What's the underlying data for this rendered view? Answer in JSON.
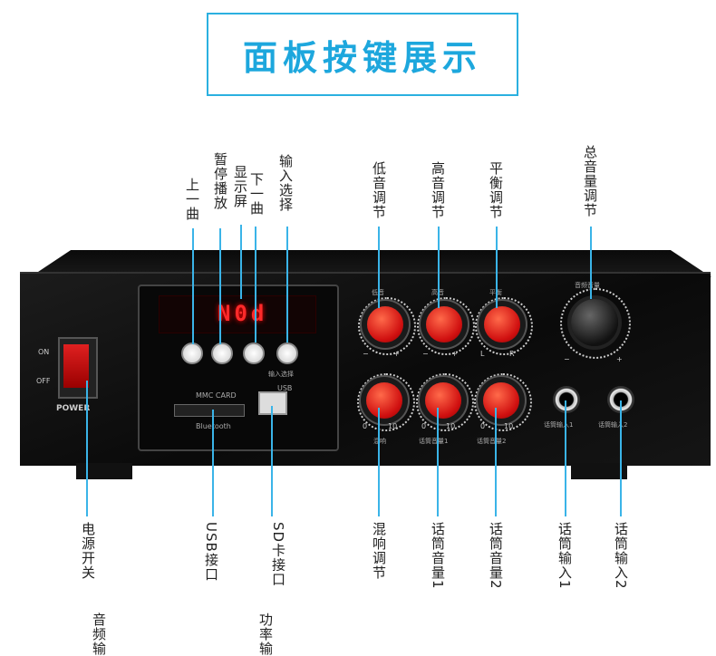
{
  "title": "面板按键展示",
  "display": {
    "text": "N0d"
  },
  "panel": {
    "mmc_card": "MMC CARD",
    "bluetooth": "Bluetooth",
    "usb": "USB",
    "power": "POWER",
    "on": "ON",
    "off": "OFF",
    "input_select_small": "输入选择",
    "bass_small": "低音",
    "treble_small": "高音",
    "balance_small": "平衡",
    "master_small": "音频音量",
    "echo_small": "混响",
    "mic_vol1_small": "话筒音量1",
    "mic_vol2_small": "话筒音量2",
    "mic_in1_small": "话筒输入1",
    "mic_in2_small": "话筒输入2",
    "scale_0": "0",
    "scale_10": "10",
    "minus": "−",
    "plus": "+",
    "l": "L",
    "r": "R"
  },
  "top_labels": {
    "prev": "上一曲",
    "play_pause": "暂停播放",
    "display_screen": "显示屏",
    "next": "下一曲",
    "input_select": "输入选择",
    "bass": "低音调节",
    "treble": "高音调节",
    "balance": "平衡调节",
    "master_volume": "总音量调节"
  },
  "bottom_labels": {
    "power_switch": "电源开关",
    "usb_port": "USB接口",
    "sd_port": "SD卡接口",
    "echo": "混响调节",
    "mic_volume1": "话筒音量1",
    "mic_volume2": "话筒音量2",
    "mic_input1": "话筒输入1",
    "mic_input2": "话筒输入2"
  },
  "cut_labels": {
    "audio_input": "音频输",
    "power_output": "功率输"
  },
  "colors": {
    "accent": "#1da7dd",
    "leader": "#3ab4e8",
    "knob": "#d01010"
  }
}
